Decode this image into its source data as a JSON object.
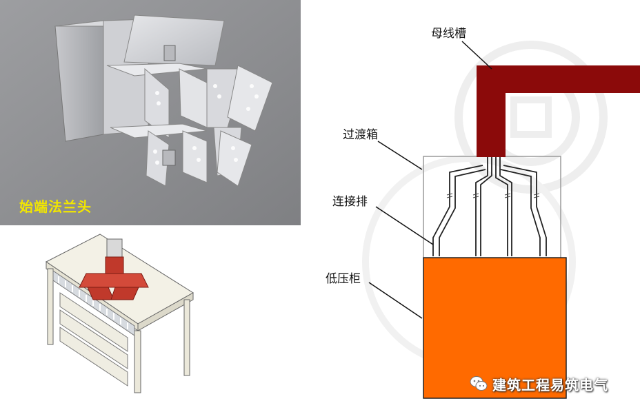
{
  "photo": {
    "caption": "始端法兰头"
  },
  "diagram": {
    "labels": {
      "busway": "母线槽",
      "transition_box": "过渡箱",
      "connection_bar": "连接排",
      "lv_cabinet": "低压柜"
    },
    "colors": {
      "busway": "#8b0a0a",
      "lv_cabinet": "#ff6a00",
      "box_outline": "#9a9a9a"
    }
  },
  "watermark": {
    "icon": "wechat-icon",
    "text": "建筑工程易筑电气"
  }
}
